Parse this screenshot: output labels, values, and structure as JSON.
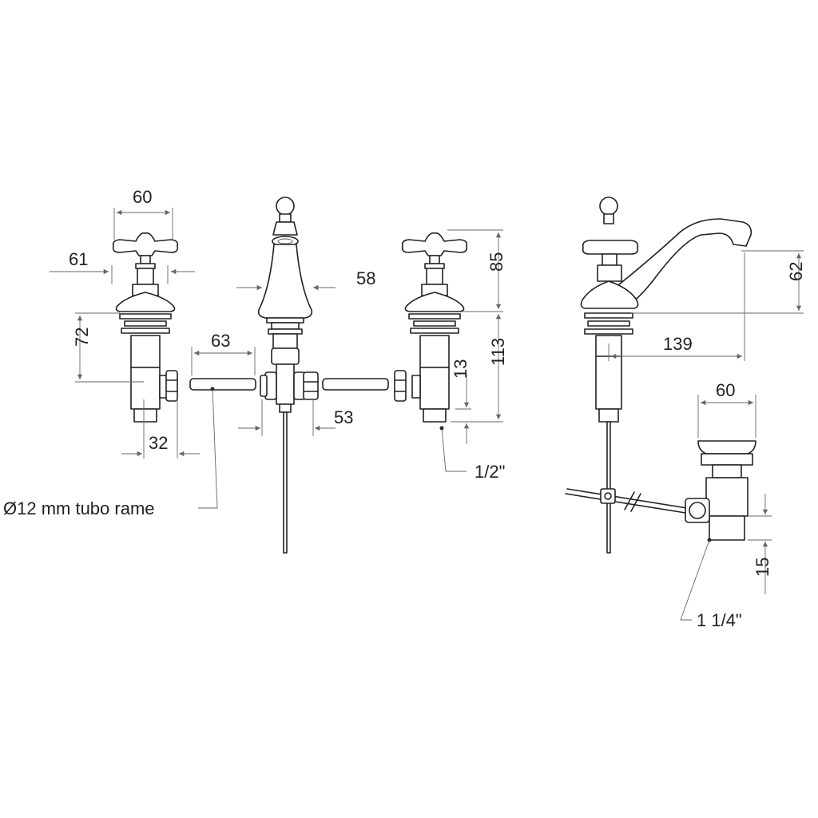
{
  "dimensions": {
    "left_valve_width": "60",
    "left_valve_handle": "61",
    "left_valve_height": "72",
    "left_valve_outlet": "32",
    "pipe_length": "63",
    "spout_body": "58",
    "spout_connector": "53",
    "right_valve_top": "85",
    "right_valve_body": "113",
    "right_valve_inlet": "13",
    "spout_height": "62",
    "spout_reach": "139",
    "waste_width": "60",
    "waste_depth": "15"
  },
  "labels": {
    "pipe_note": "Ø12 mm tubo rame",
    "valve_thread": "1/2\"",
    "waste_thread": "1 1/4\""
  }
}
